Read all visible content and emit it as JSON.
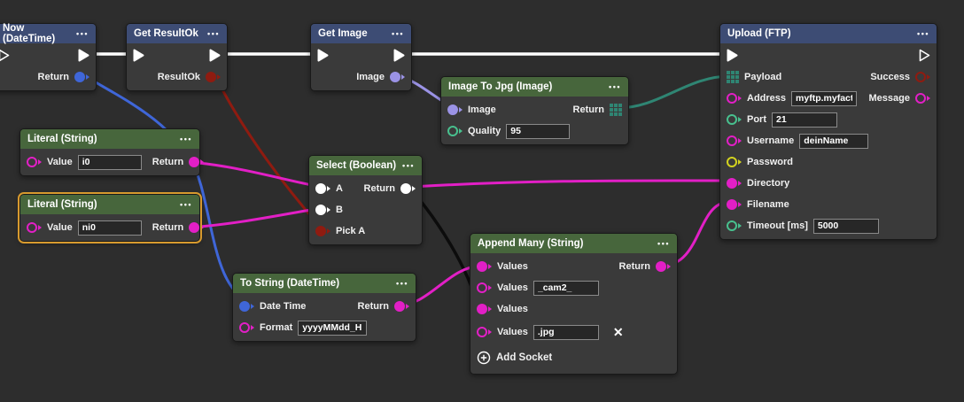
{
  "icons": {
    "ellipsis": "•••",
    "close": "✕"
  },
  "colors": {
    "canvas": "#2d2d2d",
    "header_blue": "#3d4c74",
    "header_green": "#47663c",
    "selected_outline": "#d79a2e",
    "exec": "#ffffff",
    "string": "#e21fc6",
    "datetime": "#3f66d8",
    "image": "#9b93e6",
    "bytes": "#2f8573",
    "number": "#48c08e",
    "password": "#d3d31f",
    "error": "#8f1b10",
    "any": "#ffffff",
    "wire_black": "#0c0c0c"
  },
  "nodes": {
    "now": {
      "title": "Now (DateTime)",
      "return_label": "Return"
    },
    "get_resultok": {
      "title": "Get ResultOk",
      "return_label": "ResultOk"
    },
    "get_image": {
      "title": "Get Image",
      "return_label": "Image"
    },
    "image_to_jpg": {
      "title": "Image To Jpg (Image)",
      "image_label": "Image",
      "return_label": "Return",
      "quality_label": "Quality",
      "quality_value": "95"
    },
    "literal_1": {
      "title": "Literal (String)",
      "value_label": "Value",
      "value": "i0",
      "return_label": "Return"
    },
    "literal_2": {
      "title": "Literal (String)",
      "value_label": "Value",
      "value": "ni0",
      "return_label": "Return"
    },
    "select": {
      "title": "Select (Boolean)",
      "a_label": "A",
      "b_label": "B",
      "pick_a_label": "Pick A",
      "return_label": "Return"
    },
    "to_string": {
      "title": "To String (DateTime)",
      "datetime_label": "Date Time",
      "format_label": "Format",
      "format_value": "yyyyMMdd_HH",
      "return_label": "Return"
    },
    "append_many": {
      "title": "Append Many (String)",
      "values_label": "Values",
      "values_2_value": "_cam2_",
      "values_4_value": ".jpg",
      "return_label": "Return",
      "add_socket_label": "Add Socket"
    },
    "upload": {
      "title": "Upload (FTP)",
      "payload_label": "Payload",
      "success_label": "Success",
      "address_label": "Address",
      "address_value": "myftp.myfactor",
      "message_label": "Message",
      "port_label": "Port",
      "port_value": "21",
      "username_label": "Username",
      "username_value": "deinName",
      "password_label": "Password",
      "directory_label": "Directory",
      "filename_label": "Filename",
      "timeout_label": "Timeout [ms]",
      "timeout_value": "5000"
    }
  }
}
